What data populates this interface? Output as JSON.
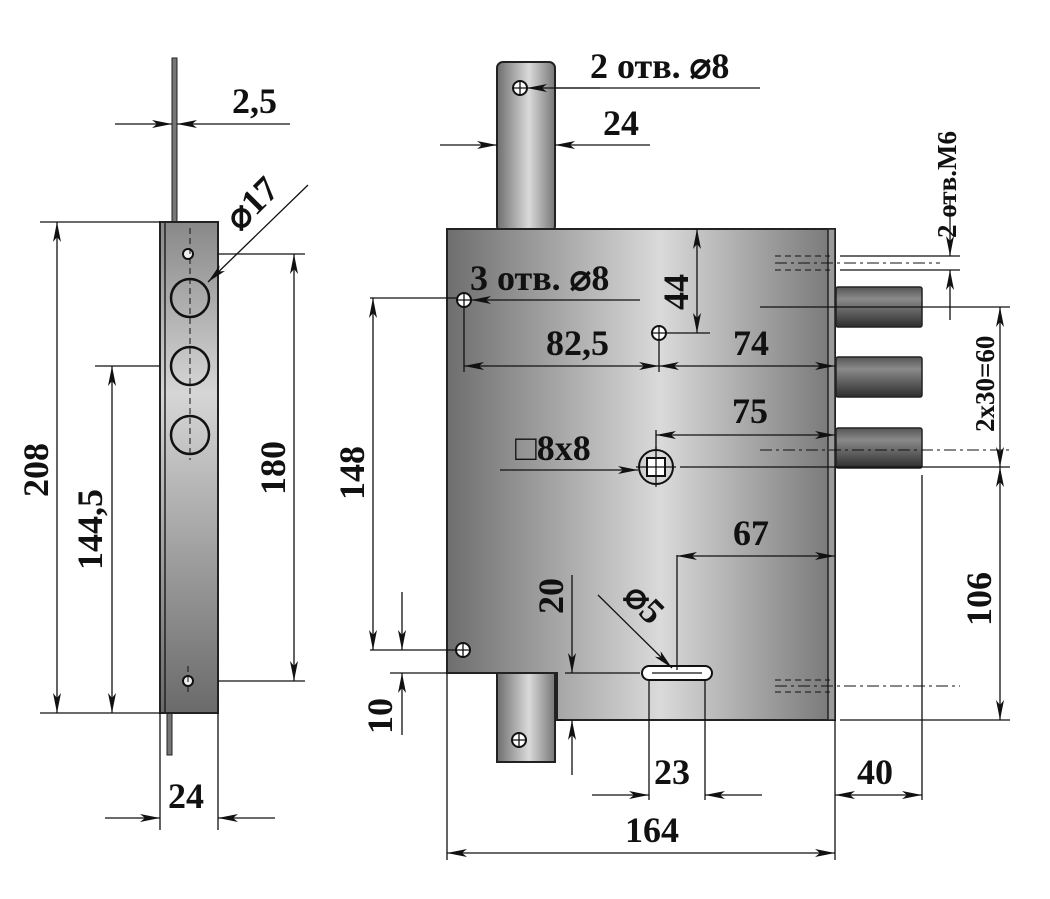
{
  "title": "Lock dimensional drawing",
  "side_view": {
    "thickness": "2,5",
    "hole_diameter": "⌀17",
    "height_total": "208",
    "height_partial": "144,5",
    "hole_spacing": "180",
    "width": "24"
  },
  "front_view": {
    "top_holes": "2 отв. ⌀8",
    "top_plate_width": "24",
    "m6_holes": "2 отв.М6",
    "body_holes": "3 отв. ⌀8",
    "dim_44": "44",
    "dim_82_5": "82,5",
    "dim_74": "74",
    "dim_75": "75",
    "spindle": "□8x8",
    "bolt_spacing": "2x30=60",
    "dim_148": "148",
    "dim_67": "67",
    "dim_20": "20",
    "slot_diameter": "⌀5",
    "dim_106": "106",
    "dim_10": "10",
    "dim_23": "23",
    "dim_40": "40",
    "dim_164": "164"
  },
  "colors": {
    "metal_dark": "#6e6e6e",
    "metal_light": "#d8d8d8",
    "bolt": "#3a3a3a",
    "line": "#111111"
  }
}
